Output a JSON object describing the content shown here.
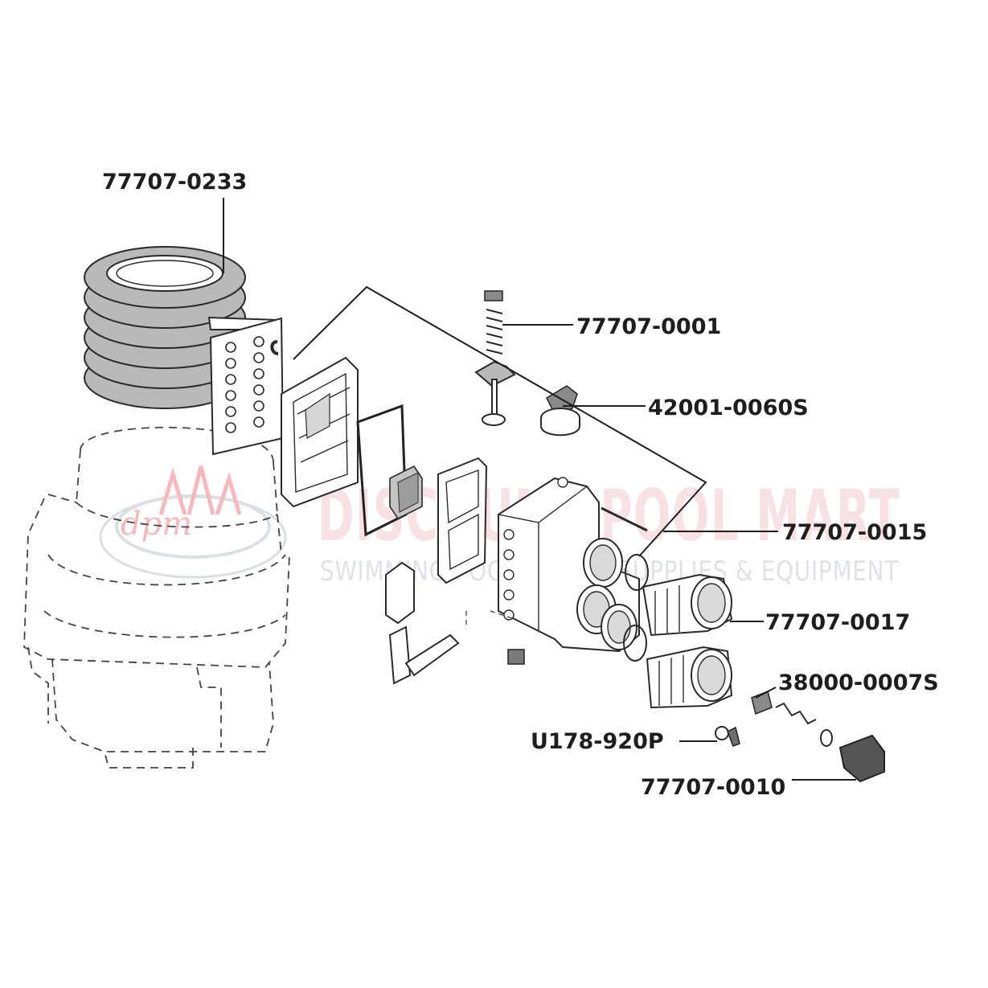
{
  "watermark": {
    "brand": "DISCOUNT POOL MART",
    "tagline": "SWIMMING POOLS & SPA SUPPLIES & EQUIPMENT",
    "brand_color": "#e8363c",
    "tagline_color": "#9aa3b5"
  },
  "labels": {
    "heat_exchanger": "77707-0233",
    "spring_valve": "77707-0001",
    "pressure_switch": "42001-0060S",
    "header_kit": "77707-0015",
    "union_adapter": "77707-0017",
    "bypass_valve_kit": "38000-0007S",
    "drain_plug": "U178-920P",
    "bypass_cap": "77707-0010"
  },
  "colors": {
    "line": "#2a2a2a",
    "part_fill_gray": "#b9b9b9",
    "text": "#1e1e1e"
  }
}
